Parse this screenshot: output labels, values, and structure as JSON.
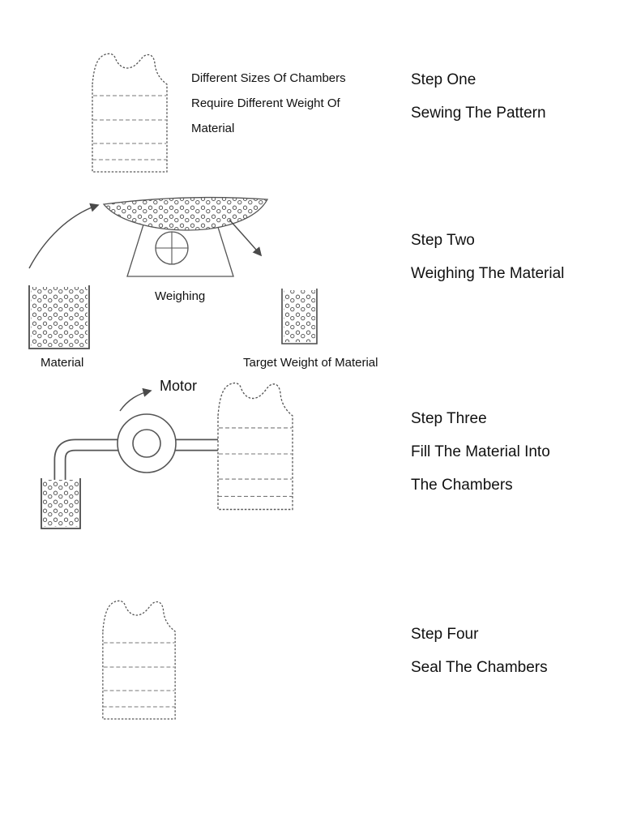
{
  "note": {
    "line1": "Different Sizes Of Chambers",
    "line2": "Require Different Weight Of",
    "line3": "Material"
  },
  "labels": {
    "weighing": "Weighing",
    "material": "Material",
    "target_weight": "Target Weight of Material",
    "motor": "Motor"
  },
  "steps": [
    {
      "title": "Step One",
      "lines": [
        "Sewing The Pattern"
      ]
    },
    {
      "title": "Step Two",
      "lines": [
        "Weighing The Material"
      ]
    },
    {
      "title": "Step Three",
      "lines": [
        "Fill The Material Into",
        "The Chambers"
      ]
    },
    {
      "title": "Step Four",
      "lines": [
        "Seal The Chambers"
      ]
    }
  ],
  "colors": {
    "ink": "#4a4a4a",
    "text": "#111111"
  }
}
